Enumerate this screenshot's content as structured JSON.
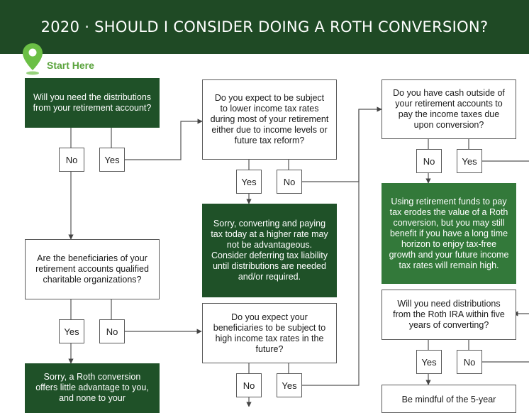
{
  "title": "2020 · SHOULD I CONSIDER DOING A ROTH CONVERSION?",
  "start_label": "Start Here",
  "colors": {
    "header": "#1f4a25",
    "dark_box": "#1f5128",
    "mid_box": "#33793a",
    "pin": "#6bbf45",
    "start_text": "#5aa33c"
  },
  "icons": {
    "start": "location-pin-icon"
  },
  "nodes": {
    "q_distributions": "Will you need the distributions from your retirement account?",
    "a1_no": "No",
    "a1_yes": "Yes",
    "q_lower_tax": "Do you expect to be subject to lower income tax rates during most of your retirement either due to income levels or future tax reform?",
    "a2_yes": "Yes",
    "a2_no": "No",
    "r_sorry_converting": "Sorry, converting and paying tax today at a higher rate may not be advantageous. Consider deferring tax liability until distributions are needed and/or required.",
    "q_cash_outside": "Do you have cash outside of your retirement accounts to pay the income taxes due upon conversion?",
    "a3_no": "No",
    "a3_yes": "Yes",
    "r_using_funds": "Using retirement funds to pay tax erodes the value of a Roth conversion, but you may still benefit if you have a long time horizon to enjoy tax-free growth and your future income tax rates will remain high.",
    "q_beneficiaries": "Are the beneficiaries of your retirement accounts qualified charitable organizations?",
    "a4_yes": "Yes",
    "a4_no": "No",
    "q_benef_high": "Do you expect your beneficiaries to be subject to high income tax rates in the future?",
    "a5_no": "No",
    "a5_yes": "Yes",
    "q_five_years": "Will you need distributions from the Roth IRA within five years of converting?",
    "a6_yes": "Yes",
    "a6_no": "No",
    "r_sorry_roth": "Sorry, a Roth conversion offers little advantage to you, and none to your",
    "r_mindful": "Be mindful of the 5-year"
  }
}
